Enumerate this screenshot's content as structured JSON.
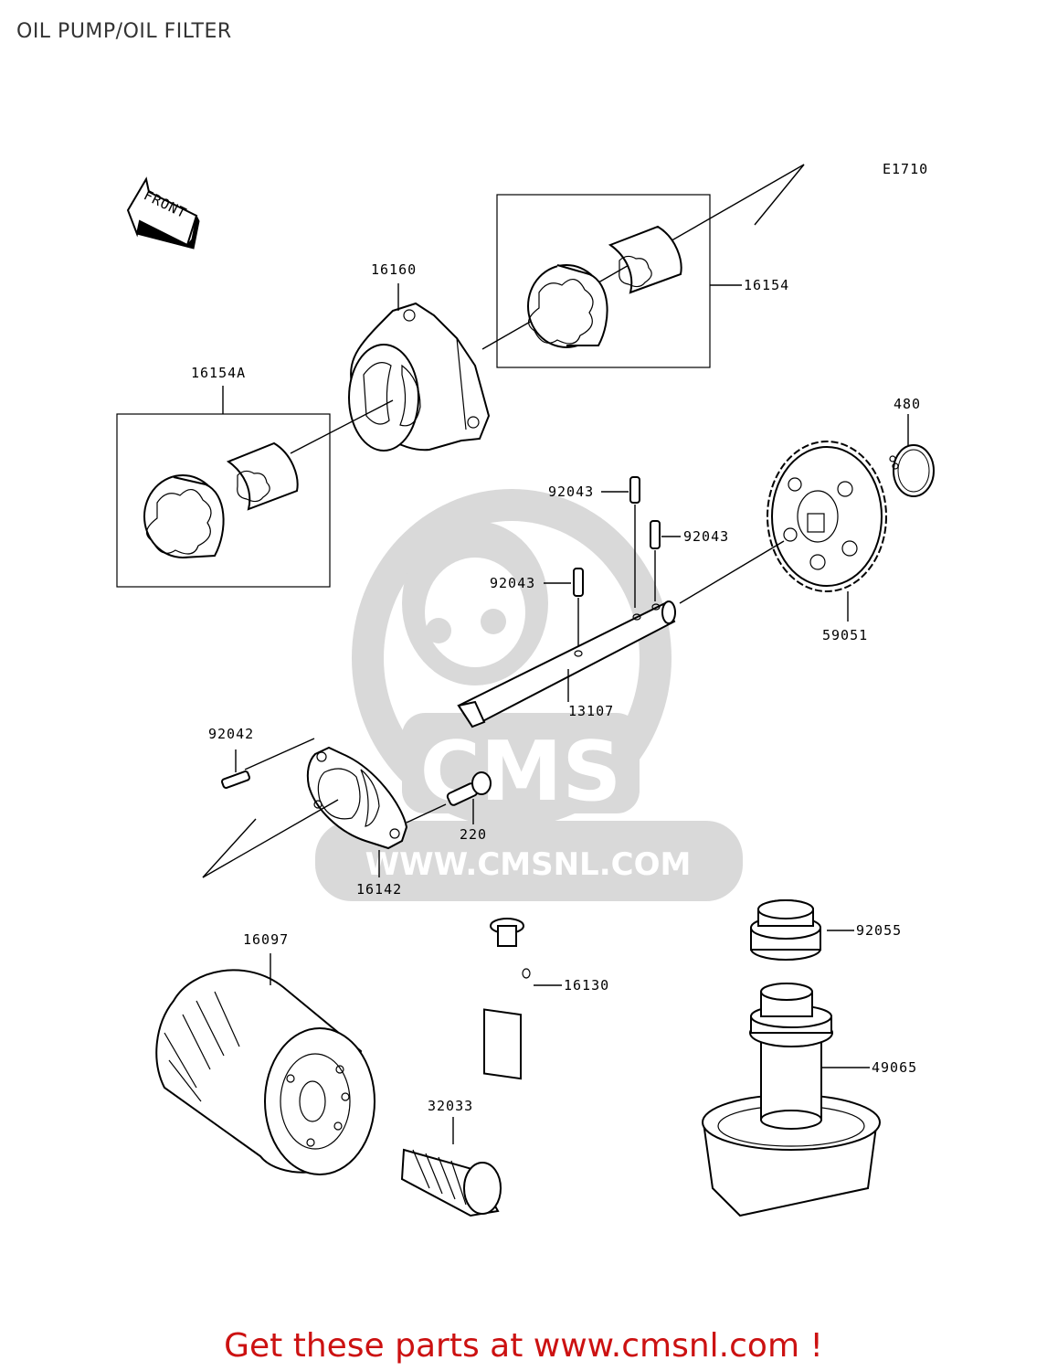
{
  "title": "OIL PUMP/OIL FILTER",
  "diagram_code": "E1710",
  "front_label": "FRONT",
  "watermark": {
    "brand": "CMS",
    "url": "WWW.CMSNL.COM"
  },
  "parts": [
    {
      "id": "16160",
      "label": "16160"
    },
    {
      "id": "16154",
      "label": "16154"
    },
    {
      "id": "16154A",
      "label": "16154A"
    },
    {
      "id": "480",
      "label": "480"
    },
    {
      "id": "92043a",
      "label": "92043"
    },
    {
      "id": "92043b",
      "label": "92043"
    },
    {
      "id": "92043c",
      "label": "92043"
    },
    {
      "id": "59051",
      "label": "59051"
    },
    {
      "id": "13107",
      "label": "13107"
    },
    {
      "id": "92042",
      "label": "92042"
    },
    {
      "id": "220",
      "label": "220"
    },
    {
      "id": "16142",
      "label": "16142"
    },
    {
      "id": "16097",
      "label": "16097"
    },
    {
      "id": "16130",
      "label": "16130"
    },
    {
      "id": "92055",
      "label": "92055"
    },
    {
      "id": "49065",
      "label": "49065"
    },
    {
      "id": "32033",
      "label": "32033"
    }
  ],
  "footer": "Get these parts at www.cmsnl.com !",
  "colors": {
    "footer": "#cc1111",
    "watermark": "#d9d9d9",
    "line": "#000000"
  }
}
